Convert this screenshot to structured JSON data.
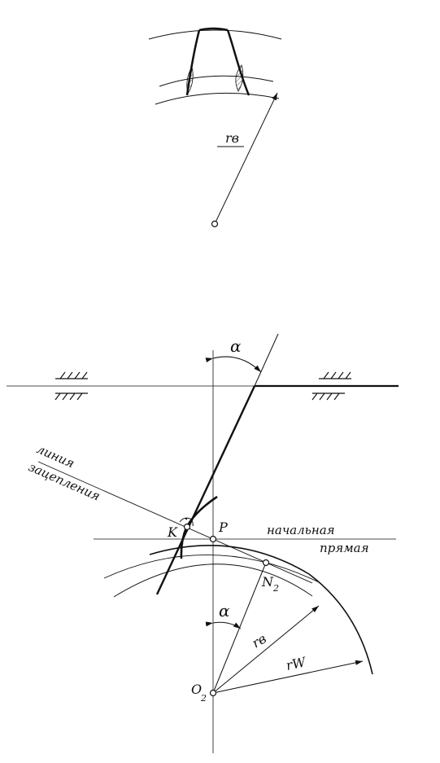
{
  "labels": {
    "rb_top": "rв",
    "alpha_top": "α",
    "line_of_action_1": "линия",
    "line_of_action_2": "зацепления",
    "point_k": "K",
    "point_p": "P",
    "pitch_line_1": "начальная",
    "pitch_line_2": "прямая",
    "point_n": "N",
    "point_n_sub": "2",
    "alpha_bottom": "α",
    "rb_bottom": "rв",
    "rw": "rW",
    "center_o": "O",
    "center_o_sub": "2"
  }
}
